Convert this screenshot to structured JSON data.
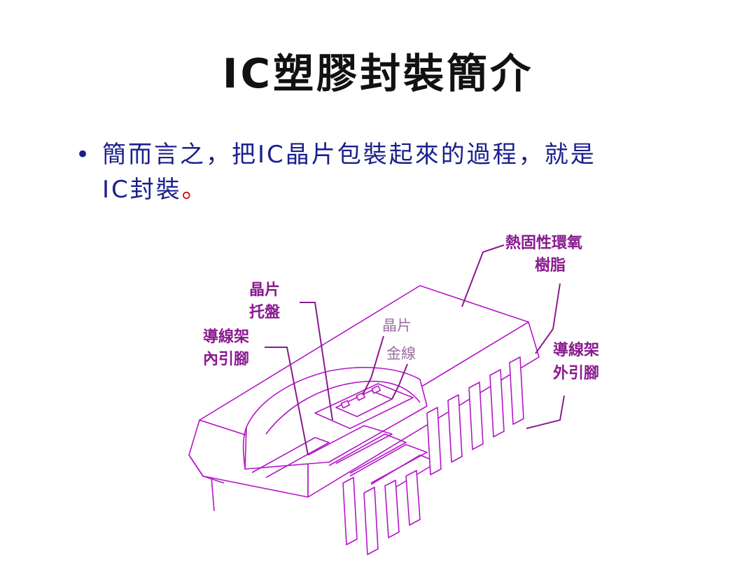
{
  "slide": {
    "title": "IC塑膠封裝簡介",
    "bullet_marker": "•",
    "bullet_line1": "簡而言之，把IC晶片包裝起來的過程，就是",
    "bullet_line2": "IC封裝",
    "bullet_period": "。"
  },
  "diagram": {
    "labels": {
      "epoxy_line1": "熱固性環氧",
      "epoxy_line2": "樹脂",
      "die_pad_line1": "晶片",
      "die_pad_line2": "托盤",
      "inner_lead_line1": "導線架",
      "inner_lead_line2": "內引腳",
      "chip": "晶片",
      "gold_wire": "金線",
      "outer_lead_line1": "導線架",
      "outer_lead_line2": "外引腳"
    },
    "colors": {
      "line": "#b516c8",
      "label": "#8a1a8f",
      "bullet_text": "#1a1f8c",
      "period": "#d40000"
    }
  }
}
